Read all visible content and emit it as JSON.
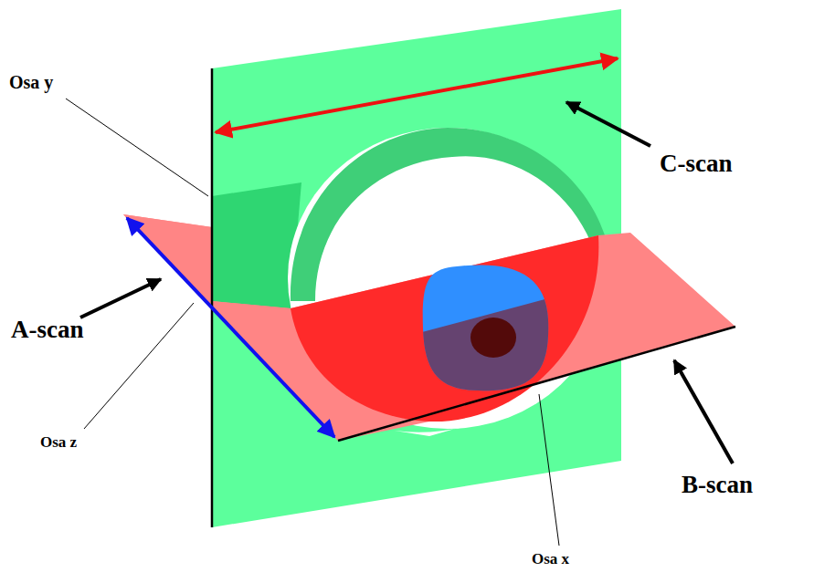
{
  "diagram": {
    "labels": [
      "Osa y",
      "C-scan",
      "A-scan",
      "Osa z",
      "B-scan",
      "Osa x"
    ]
  }
}
